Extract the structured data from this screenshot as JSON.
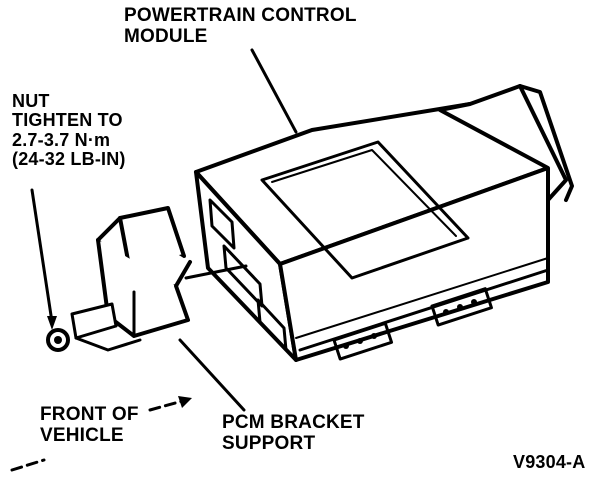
{
  "labels": {
    "pcm_line1": "POWERTRAIN CONTROL",
    "pcm_line2": "MODULE",
    "nut_line1": "NUT",
    "nut_line2": "TIGHTEN TO",
    "nut_line3": "2.7-3.7 N·m",
    "nut_line4": "(24-32 LB-IN)",
    "front_line1": "FRONT OF",
    "front_line2": "VEHICLE",
    "bracket_line1": "PCM BRACKET",
    "bracket_line2": "SUPPORT",
    "figure_code": "V9304-A"
  },
  "colors": {
    "ink": "#000000",
    "paper": "#ffffff"
  }
}
